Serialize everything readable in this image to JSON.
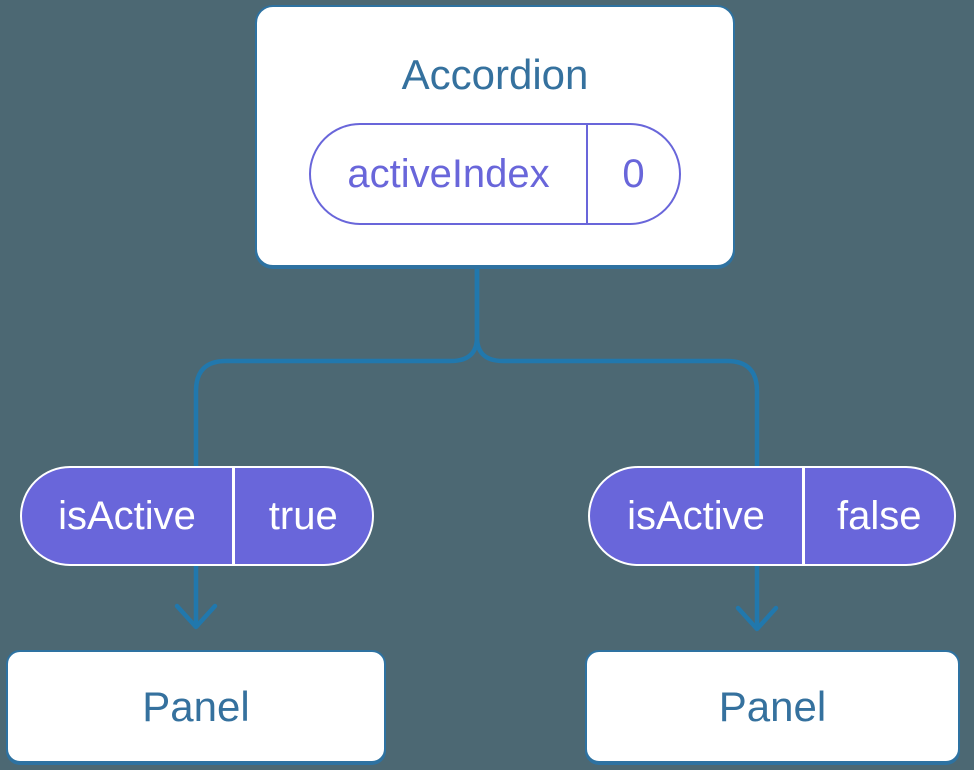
{
  "colors": {
    "background": "#4c6873",
    "line": "#2178ad",
    "cardBorder": "#2e72a1",
    "labelText": "#35719e",
    "pillFill": "#6966da",
    "pillText": "#ffffff"
  },
  "diagram": {
    "type": "component-tree",
    "root": {
      "title": "Accordion",
      "state": {
        "name": "activeIndex",
        "value": "0"
      }
    },
    "props": [
      {
        "name": "isActive",
        "value": "true"
      },
      {
        "name": "isActive",
        "value": "false"
      }
    ],
    "children": [
      {
        "title": "Panel"
      },
      {
        "title": "Panel"
      }
    ]
  }
}
